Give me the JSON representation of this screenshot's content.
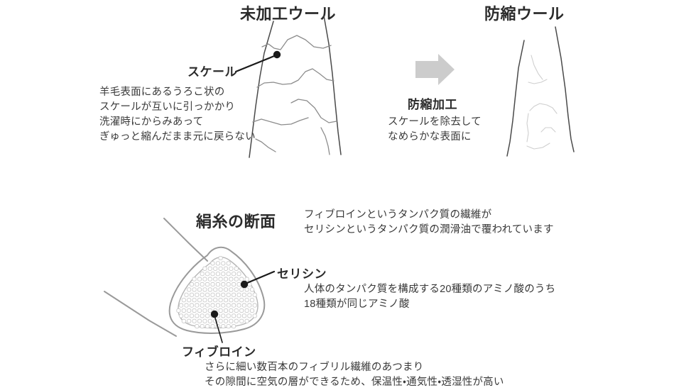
{
  "figure": {
    "wool_section": {
      "untreated": {
        "heading": "未加工ウール",
        "callout_label": "スケール",
        "description_lines": [
          "羊毛表面にあるうろこ状の",
          "スケールが互いに引っかかり",
          "洗濯時にからみあって",
          "ぎゅっと縮んだまま元に戻らない"
        ]
      },
      "process": {
        "arrow_icon": "arrow-right-icon",
        "label": "防縮加工",
        "description_lines": [
          "スケールを除去して",
          "なめらかな表面に"
        ]
      },
      "treated": {
        "heading": "防縮ウール"
      }
    },
    "silk_section": {
      "heading": "絹糸の断面",
      "intro_lines": [
        "フィブロインというタンパク質の繊維が",
        "セリシンというタンパク質の潤滑油で覆われています"
      ],
      "sericin": {
        "label": "セリシン",
        "description_lines": [
          "人体のタンパク質を構成する20種類のアミノ酸のうち",
          "18種類が同じアミノ酸"
        ]
      },
      "fibroin": {
        "label": "フィブロイン",
        "description_lines": [
          "さらに細い数百本のフィブリル繊維のあつまり",
          "その隙間に空気の層ができるため、保温性・通気性・透湿性が高い"
        ]
      }
    },
    "colors": {
      "background": "#ffffff",
      "heading_text": "#2b2b2b",
      "body_text": "#3a3a3a",
      "arrow": "#cccccc",
      "leader_line": "#1a1a1a",
      "fiber_outline": "#4a4a4a",
      "silk_outline": "#9a9a9a",
      "fibril_fill": "#c9c9c9"
    }
  }
}
